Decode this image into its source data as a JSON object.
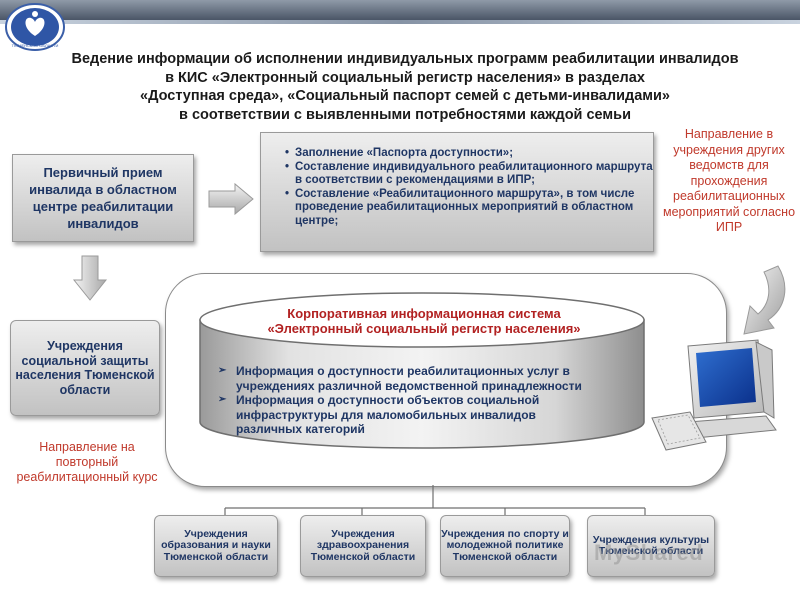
{
  "title_lines": [
    "Ведение информации об исполнении индивидуальных программ реабилитации инвалидов",
    "в КИС «Электронный социальный регистр населения» в разделах",
    "«Доступная среда», «Социальный паспорт семей с детьми-инвалидами»",
    "в соответствии с выявленными потребностями каждой семьи"
  ],
  "primary_reception": "Первичный прием инвалида в областном центре реабилитации инвалидов",
  "task_items": [
    "Заполнение «Паспорта доступности»;",
    "Составление индивидуального реабилитационного маршрута в соответствии с рекомендациями в ИПР;",
    "Составление «Реабилитационного маршрута», в том числе проведение реабилитационных мероприятий в областном центре;"
  ],
  "right_note": "Направление в учреждения других ведомств для прохождения реабилитационных мероприятий согласно ИПР",
  "social_protection": "Учреждения социальной защиты населения Тюменской области",
  "left_note": "Направление на повторный реабилитационный курс",
  "system_title": "Корпоративная информационная система «Электронный социальный регистр населения»",
  "system_items": [
    [
      "Информация о доступности реабилитационных услуг в",
      "учреждениях различной ведомственной принадлежности"
    ],
    [
      "Информация о доступности объектов социальной",
      "инфраструктуры для маломобильных инвалидов",
      "различных категорий"
    ]
  ],
  "institutions": [
    "Учреждения образования и науки Тюменской области",
    "Учреждения здравоохранения Тюменской области",
    "Учреждения по спорту и молодежной политике Тюменской области",
    "Учреждения культуры Тюменской области"
  ],
  "logo_caption": "ТЮМЕНСКОЙ ОБЛАСТИ",
  "watermark": "MyShared",
  "colors": {
    "heading": "#1f3664",
    "accent_red": "#c0392b",
    "system_title": "#b22222",
    "box_grey": "#c2c2c2"
  }
}
